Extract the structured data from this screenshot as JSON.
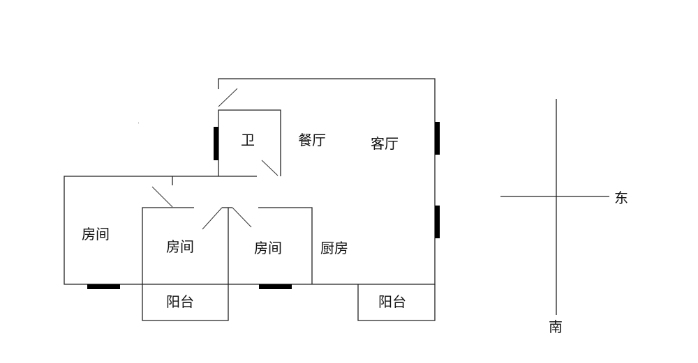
{
  "floorplan": {
    "rooms": {
      "bathroom": "卫",
      "dining_room": "餐厅",
      "living_room": "客厅",
      "bedroom_1": "房间",
      "bedroom_2": "房间",
      "bedroom_3": "房间",
      "kitchen": "厨房",
      "balcony_1": "阳台",
      "balcony_2": "阳台"
    }
  },
  "compass": {
    "east": "东",
    "south": "南"
  }
}
